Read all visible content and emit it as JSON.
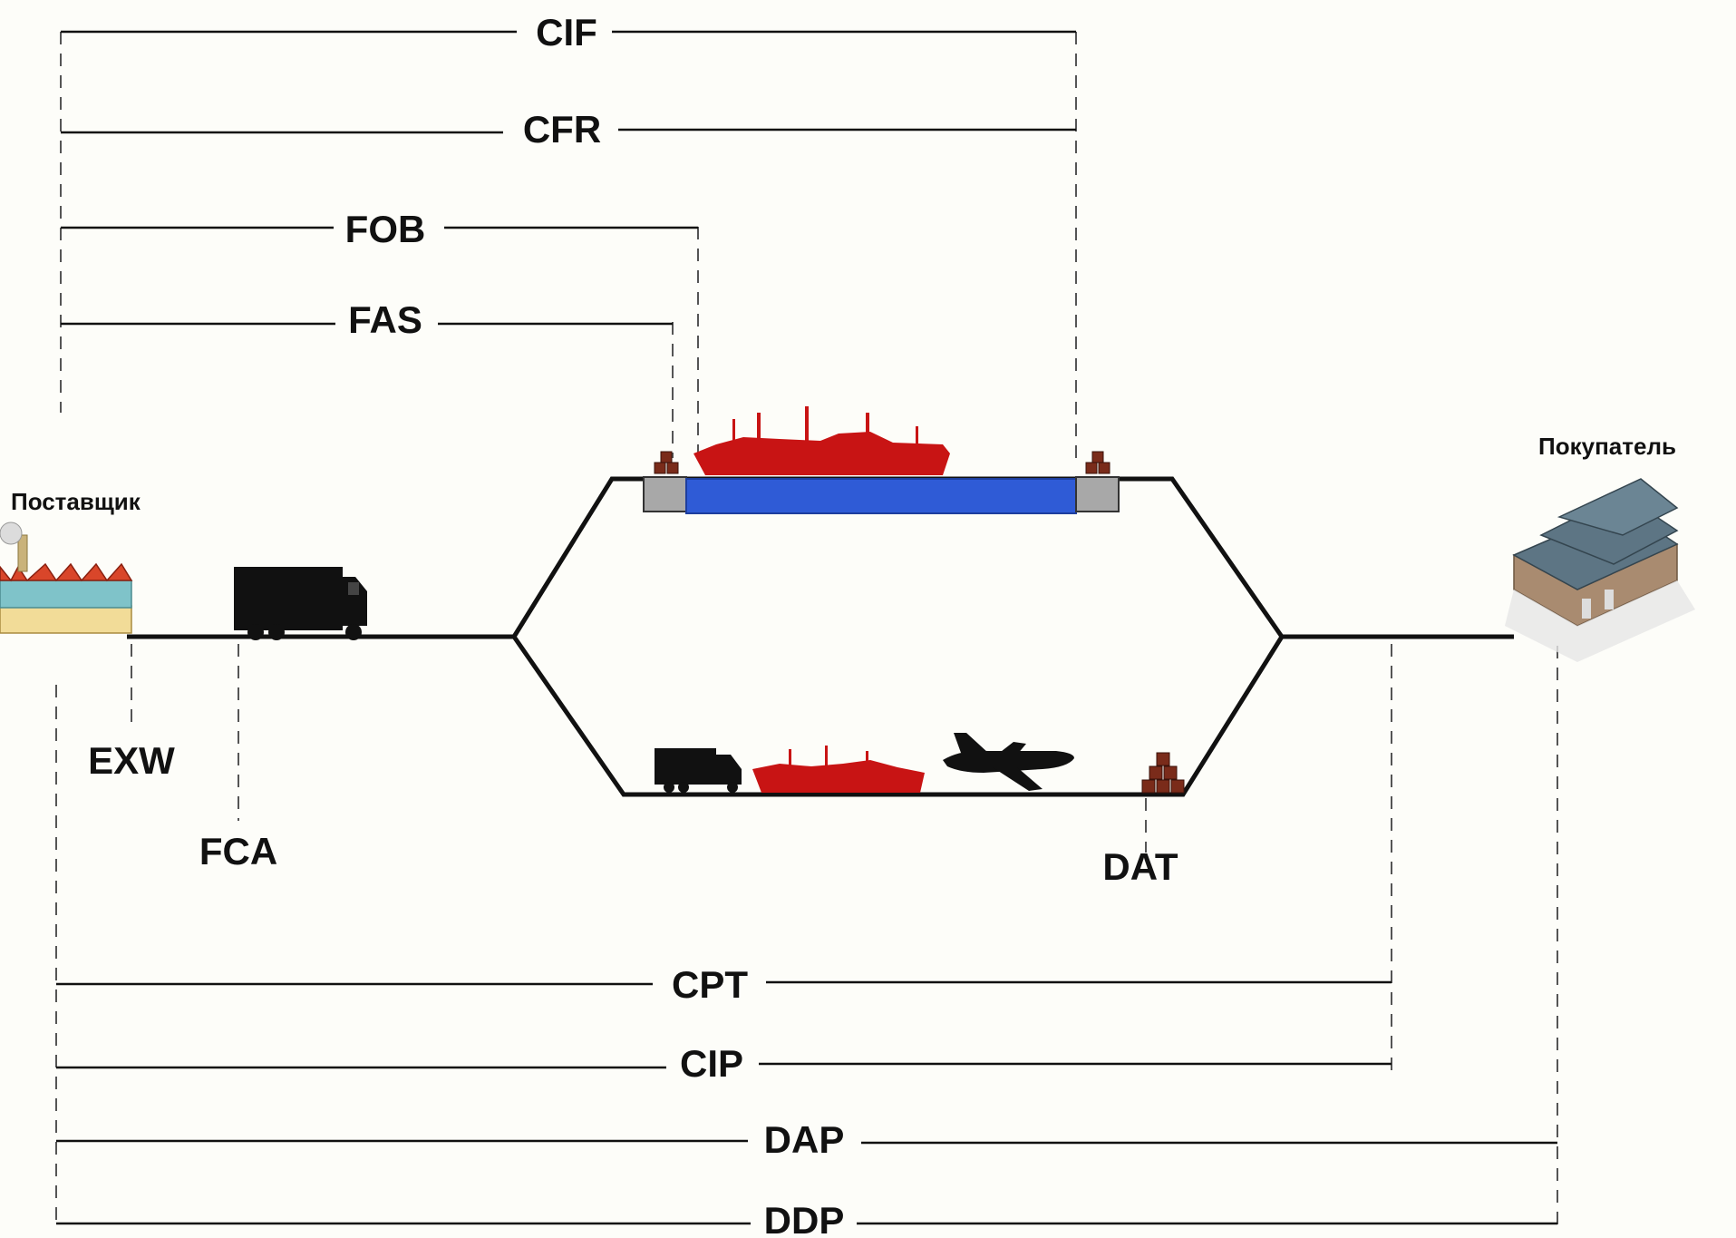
{
  "parties": {
    "seller": "Поставщик",
    "buyer": "Покупатель"
  },
  "terms": {
    "cif": "CIF",
    "cfr": "CFR",
    "fob": "FOB",
    "fas": "FAS",
    "exw": "EXW",
    "fca": "FCA",
    "dat": "DAT",
    "cpt": "CPT",
    "cip": "CIP",
    "dap": "DAP",
    "ddp": "DDP"
  },
  "colors": {
    "ship": "#c81414",
    "water": "#2f5bd6",
    "quay": "#a8a8a8",
    "vehicle": "#111111",
    "cargo": "#7a2b1a",
    "factory_roof": "#d9462a",
    "factory_wall": "#7fc3c9",
    "factory_base": "#f2dc98",
    "warehouse_roof": "#5d7584",
    "warehouse_wall": "#a98b70"
  },
  "icons": [
    "factory-icon",
    "truck-icon",
    "ship-icon",
    "airplane-icon",
    "cargo-stack-icon",
    "warehouse-icon"
  ]
}
